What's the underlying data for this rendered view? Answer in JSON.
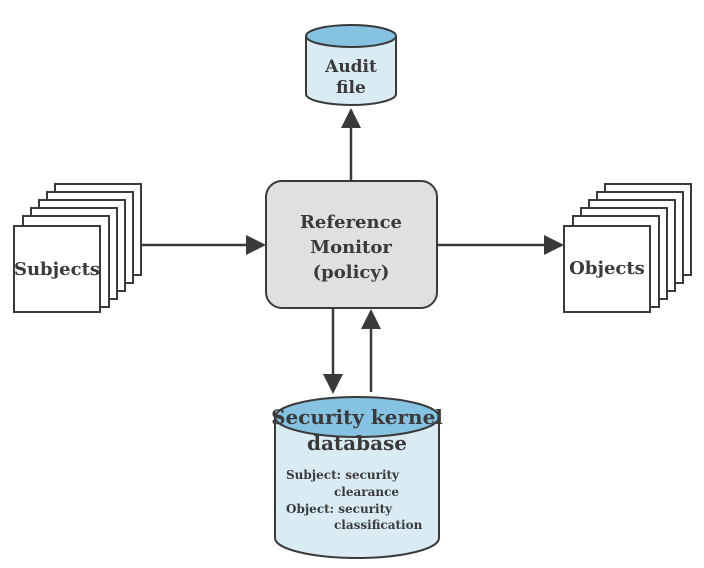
{
  "audit": {
    "line1": "Audit",
    "line2": "file"
  },
  "monitor": {
    "line1": "Reference",
    "line2": "Monitor",
    "line3": "(policy)"
  },
  "subjects": {
    "label": "Subjects"
  },
  "objects": {
    "label": "Objects"
  },
  "database": {
    "title_line1": "Security kernel",
    "title_line2": "database",
    "subject_label": "Subject: security",
    "subject_value": "clearance",
    "object_label": "Object: security",
    "object_value": "classification"
  },
  "colors": {
    "cylinder_fill": "#d9ecf4",
    "cylinder_top": "#86c3e2",
    "monitor_fill": "#e0e0e0",
    "stroke": "#3a3a3a"
  }
}
